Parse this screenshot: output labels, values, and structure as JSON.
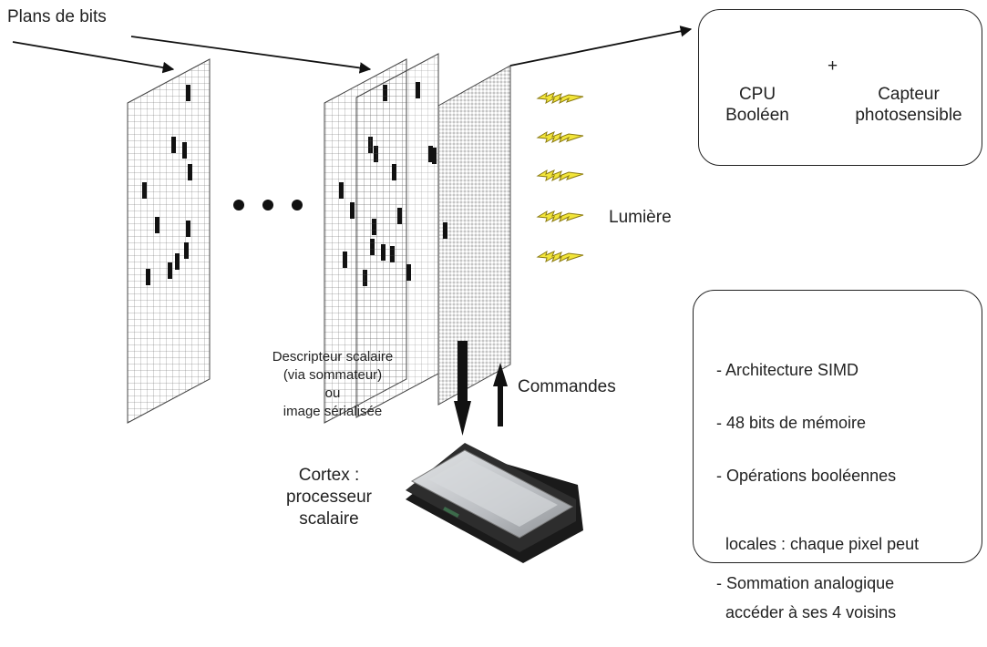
{
  "labels": {
    "planes": "Plans de bits",
    "light": "Lumière",
    "descriptor": [
      "Descripteur scalaire",
      "(via sommateur)",
      "ou",
      "image sérialisée"
    ],
    "commands": "Commandes",
    "cortex": [
      "Cortex :",
      "processeur",
      "scalaire"
    ]
  },
  "top_box": {
    "cpu": [
      "CPU",
      "Booléen"
    ],
    "plus": "+",
    "sensor": [
      "Capteur",
      "photosensible"
    ]
  },
  "features": [
    [
      "- Architecture SIMD"
    ],
    [
      "- 48 bits de mémoire"
    ],
    [
      "- Opérations booléennes",
      "  locales : chaque pixel peut",
      "  accéder à ses 4 voisins"
    ],
    [
      "- Sommation analogique"
    ]
  ],
  "colors": {
    "bolt": "#f2e53a",
    "bolt_stroke": "#8a7a10",
    "cell": "#111",
    "grid": "#555"
  }
}
